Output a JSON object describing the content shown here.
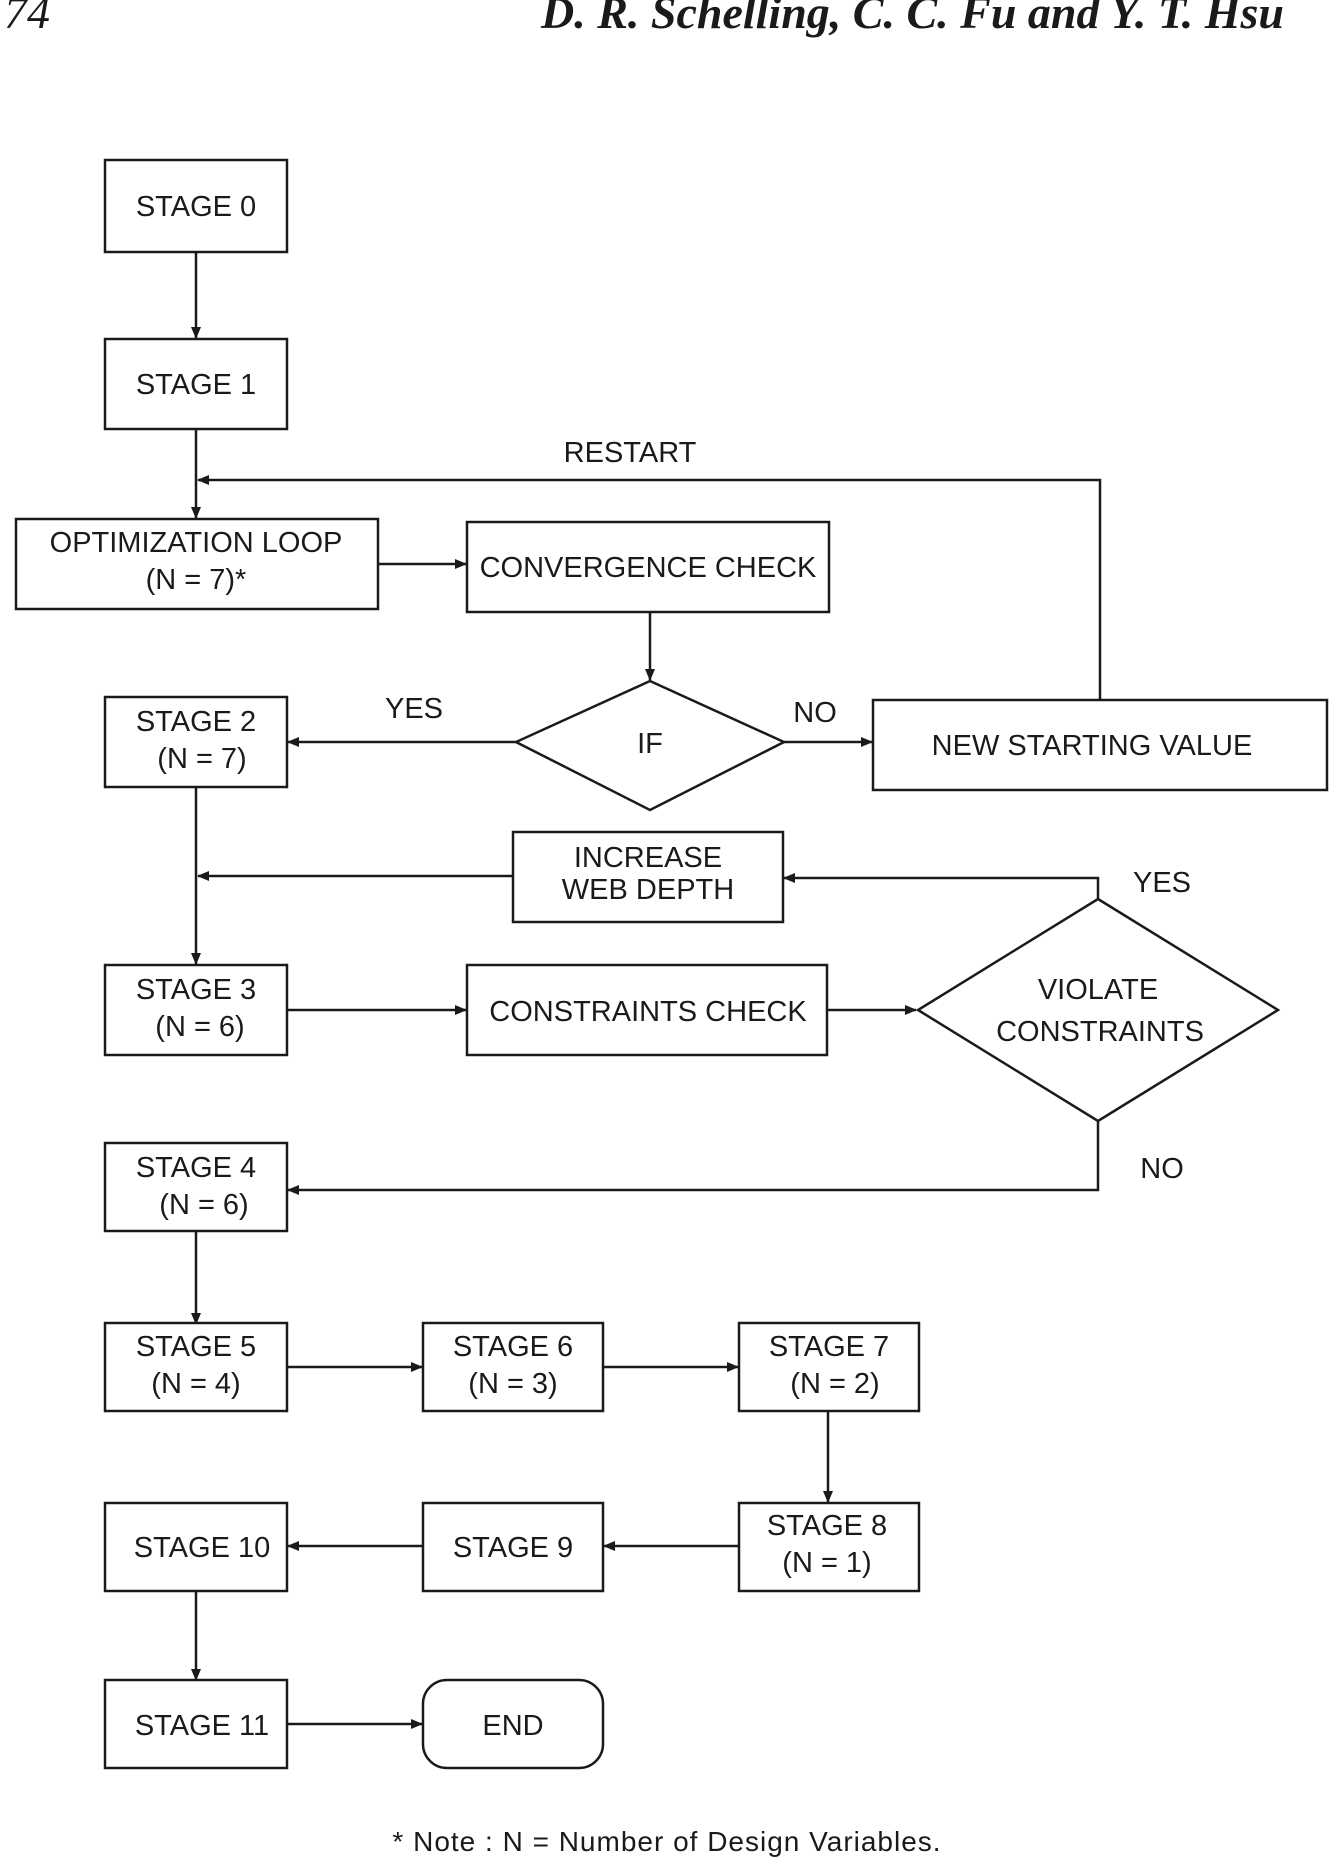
{
  "header": {
    "page_number": "74",
    "authors": "D. R. Schelling, C. C. Fu and Y. T. Hsu"
  },
  "nodes": {
    "stage0": "STAGE 0",
    "stage1": "STAGE 1",
    "opt_loop_1": "OPTIMIZATION LOOP",
    "opt_loop_2": "(N  =  7)*",
    "convergence": "CONVERGENCE CHECK",
    "if": "IF",
    "new_start": "NEW STARTING VALUE",
    "stage2_1": "STAGE 2",
    "stage2_2": "(N = 7)",
    "increase_1": "INCREASE",
    "increase_2": "WEB  DEPTH",
    "stage3_1": "STAGE 3",
    "stage3_2": "(N = 6)",
    "constraints": "CONSTRAINTS CHECK",
    "violate_1": "VIOLATE",
    "violate_2": "CONSTRAINTS",
    "stage4_1": "STAGE 4",
    "stage4_2": "(N = 6)",
    "stage5_1": "STAGE 5",
    "stage5_2": "(N = 4)",
    "stage6_1": "STAGE 6",
    "stage6_2": "(N = 3)",
    "stage7_1": "STAGE 7",
    "stage7_2": "(N = 2)",
    "stage8_1": "STAGE 8",
    "stage8_2": "(N = 1)",
    "stage9": "STAGE 9",
    "stage10": "STAGE 10",
    "stage11": "STAGE 11",
    "end": "END"
  },
  "edge_labels": {
    "restart": "RESTART",
    "if_yes": "YES",
    "if_no": "NO",
    "violate_yes": "YES",
    "violate_no": "NO"
  },
  "note": "* Note : N = Number of Design Variables."
}
